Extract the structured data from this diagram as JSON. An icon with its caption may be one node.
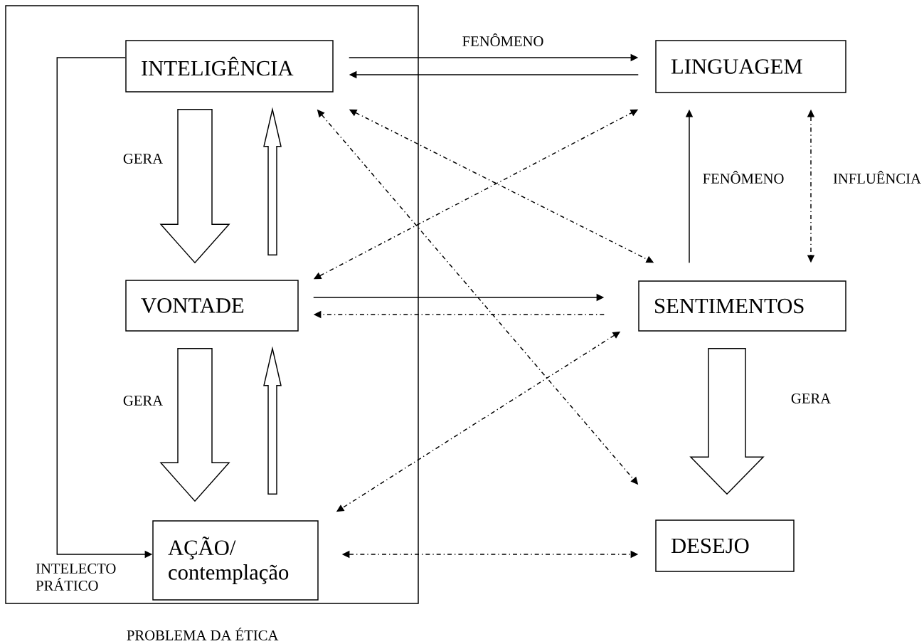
{
  "diagram": {
    "nodes": [
      {
        "text": [
          "PROBLEMA DA ÉTICA"
        ]
      },
      {
        "text": [
          "INTELIGÊNCIA"
        ],
        "in": 0
      },
      {
        "text": [
          "LINGUAGEM"
        ]
      },
      {
        "text": [
          "VONTADE"
        ],
        "in": 0
      },
      {
        "text": [
          "SENTIMENTOS"
        ]
      },
      {
        "text": [
          "AÇÃO/ contemplação"
        ],
        "in": 0
      },
      {
        "text": [
          "DESEJO"
        ]
      }
    ],
    "edges": [
      {
        "from": 1,
        "to": 2,
        "arrow": "to",
        "label": "FENÔMENO"
      },
      {
        "from": 2,
        "to": 1,
        "arrow": "to"
      },
      {
        "from": 1,
        "to": 3,
        "arrow": "to",
        "label": "GERA",
        "style": "thick"
      },
      {
        "from": 3,
        "to": 1,
        "arrow": "to",
        "style": "thick"
      },
      {
        "from": 1,
        "to": 6,
        "arrow": "both",
        "style": "dashed"
      },
      {
        "from": 1,
        "to": 4,
        "arrow": "both",
        "style": "dashed"
      },
      {
        "from": 3,
        "to": 2,
        "arrow": "both",
        "style": "dashed"
      },
      {
        "from": 4,
        "to": 2,
        "arrow": "to",
        "label": "FENÔMENO"
      },
      {
        "from": 2,
        "to": 4,
        "arrow": "both",
        "label": "INFLUÊNCIA",
        "style": "dashed"
      },
      {
        "from": 3,
        "to": 4,
        "arrow": "to"
      },
      {
        "from": 4,
        "to": 3,
        "arrow": "to",
        "style": "dashed"
      },
      {
        "from": 3,
        "to": 5,
        "arrow": "to",
        "label": "GERA",
        "style": "thick"
      },
      {
        "from": 5,
        "to": 3,
        "arrow": "to",
        "style": "thick"
      },
      {
        "from": 4,
        "to": 5,
        "arrow": "both",
        "style": "dashed"
      },
      {
        "from": 4,
        "to": 6,
        "arrow": "to",
        "label": "GERA",
        "style": "thick"
      },
      {
        "from": 5,
        "to": 6,
        "arrow": "both",
        "style": "dashed"
      },
      {
        "from": 1,
        "to": 5,
        "arrow": "to",
        "label": "INTELECTO PRÁTICO"
      }
    ]
  }
}
